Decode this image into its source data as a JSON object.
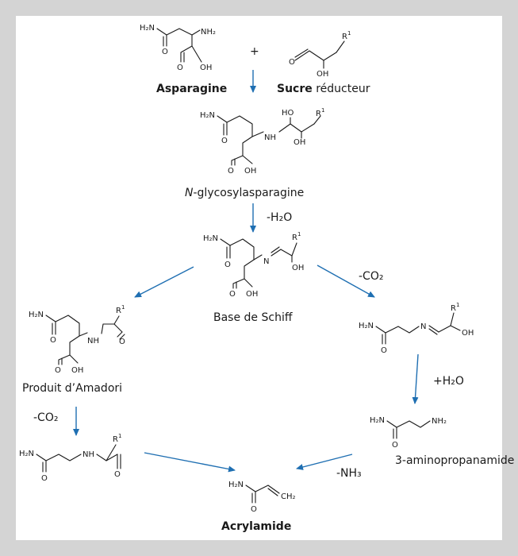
{
  "colors": {
    "frame": "#d4d4d4",
    "arrow": "#1f6fb2",
    "text": "#1a1a1a"
  },
  "atoms": {
    "h2n": "H₂N",
    "nh2": "NH₂",
    "oh": "OH",
    "o": "O",
    "ho": "HO",
    "nh": "NH",
    "n": "N",
    "r": "R",
    "r_sup": "1",
    "ch2": "CH₂"
  },
  "plus": "+",
  "labels": {
    "asparagine": "Asparagine",
    "sucre_bold": "Sucre",
    "sucre_rest": " réducteur",
    "n_prefix": "N",
    "glyco_rest": "-glycosylasparagine",
    "schiff": "Base de Schiff",
    "amadori": "Produit d’Amadori",
    "aminoprop": "3-aminopropanamide",
    "acrylamide": "Acrylamide"
  },
  "reagents": {
    "h2o_loss": "-H₂O",
    "co2_right": "-CO₂",
    "co2_left": "-CO₂",
    "h2o_add": "+H₂O",
    "nh3_loss": "-NH₃"
  }
}
